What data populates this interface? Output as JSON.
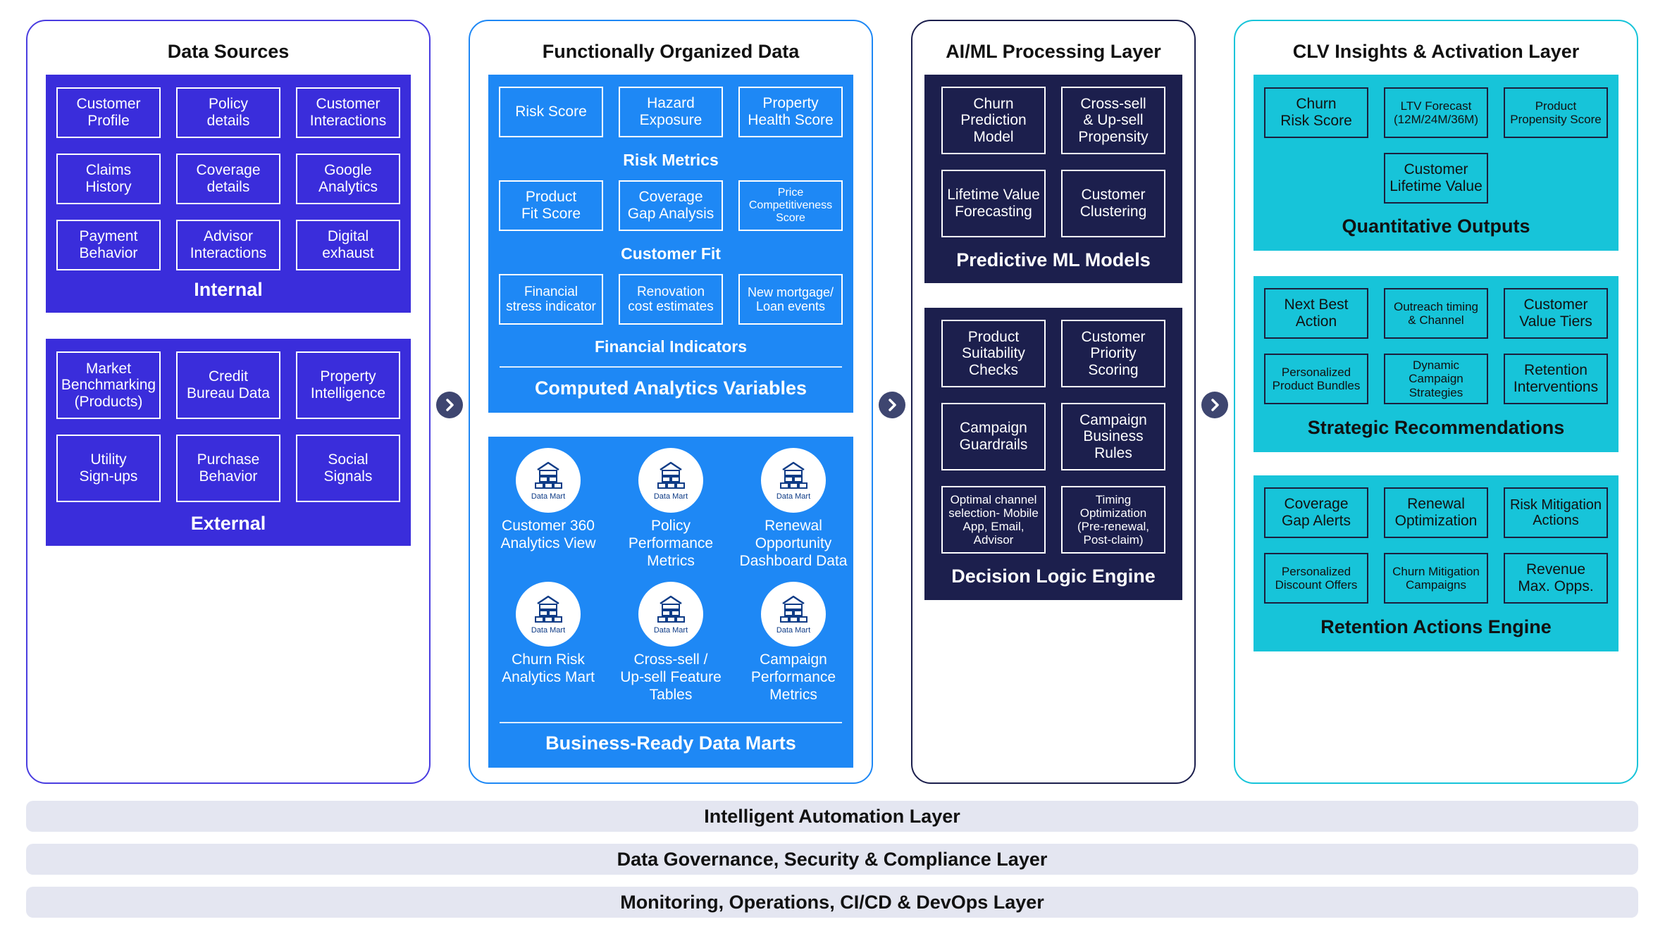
{
  "columns": {
    "data_sources": {
      "title": "Data Sources",
      "internal": {
        "title": "Internal",
        "items": [
          "Customer\nProfile",
          "Policy\ndetails",
          "Customer\nInteractions",
          "Claims\nHistory",
          "Coverage\ndetails",
          "Google\nAnalytics",
          "Payment\nBehavior",
          "Advisor\nInteractions",
          "Digital\nexhaust"
        ]
      },
      "external": {
        "title": "External",
        "items": [
          "Market\nBenchmarking\n(Products)",
          "Credit\nBureau Data",
          "Property\nIntelligence",
          "Utility\nSign-ups",
          "Purchase\nBehavior",
          "Social\nSignals"
        ]
      }
    },
    "functionally_organized": {
      "title": "Functionally Organized Data",
      "computed": {
        "title": "Computed Analytics Variables",
        "groups": [
          {
            "title": "Risk Metrics",
            "items": [
              "Risk Score",
              "Hazard\nExposure",
              "Property\nHealth Score"
            ]
          },
          {
            "title": "Customer Fit",
            "items": [
              "Product\nFit Score",
              "Coverage\nGap Analysis",
              "Price\nCompetitiveness\nScore"
            ]
          },
          {
            "title": "Financial Indicators",
            "items": [
              "Financial\nstress indicator",
              "Renovation\ncost estimates",
              "New mortgage/\nLoan events"
            ]
          }
        ]
      },
      "marts": {
        "title": "Business-Ready Data Marts",
        "icon_label": "Data Mart",
        "items": [
          "Customer 360\nAnalytics View",
          "Policy\nPerformance\nMetrics",
          "Renewal\nOpportunity\nDashboard Data",
          "Churn Risk\nAnalytics Mart",
          "Cross-sell /\nUp-sell Feature\nTables",
          "Campaign\nPerformance\nMetrics"
        ]
      }
    },
    "aiml": {
      "title": "AI/ML Processing Layer",
      "predictive": {
        "title": "Predictive ML Models",
        "items": [
          "Churn\nPrediction\nModel",
          "Cross-sell\n& Up-sell\nPropensity",
          "Lifetime Value\nForecasting",
          "Customer\nClustering"
        ]
      },
      "decision": {
        "title": "Decision Logic Engine",
        "items": [
          "Product\nSuitability\nChecks",
          "Customer\nPriority\nScoring",
          "Campaign\nGuardrails",
          "Campaign\nBusiness\nRules",
          "Optimal channel\nselection- Mobile\nApp, Email,\nAdvisor",
          "Timing\nOptimization\n(Pre-renewal,\nPost-claim)"
        ]
      }
    },
    "clv": {
      "title": "CLV Insights & Activation Layer",
      "quantitative": {
        "title": "Quantitative Outputs",
        "items": [
          "Churn\nRisk Score",
          "LTV Forecast\n(12M/24M/36M)",
          "Product\nPropensity Score",
          "Customer\nLifetime Value"
        ]
      },
      "strategic": {
        "title": "Strategic Recommendations",
        "items": [
          "Next Best\nAction",
          "Outreach timing\n& Channel",
          "Customer\nValue Tiers",
          "Personalized\nProduct Bundles",
          "Dynamic\nCampaign\nStrategies",
          "Retention\nInterventions"
        ]
      },
      "retention": {
        "title": "Retention Actions Engine",
        "items": [
          "Coverage\nGap Alerts",
          "Renewal\nOptimization",
          "Risk Mitigation\nActions",
          "Personalized\nDiscount Offers",
          "Churn Mitigation\nCampaigns",
          "Revenue\nMax. Opps."
        ]
      }
    }
  },
  "bottom_layers": [
    "Intelligent Automation Layer",
    "Data Governance, Security & Compliance Layer",
    "Monitoring, Operations, CI/CD & DevOps Layer"
  ],
  "colors": {
    "indigo": "#3a2ddb",
    "blue": "#1e88f5",
    "navy": "#1c1f4d",
    "cyan": "#17c4d9",
    "arrow": "#3e4670",
    "bar": "#e4e6f1"
  }
}
